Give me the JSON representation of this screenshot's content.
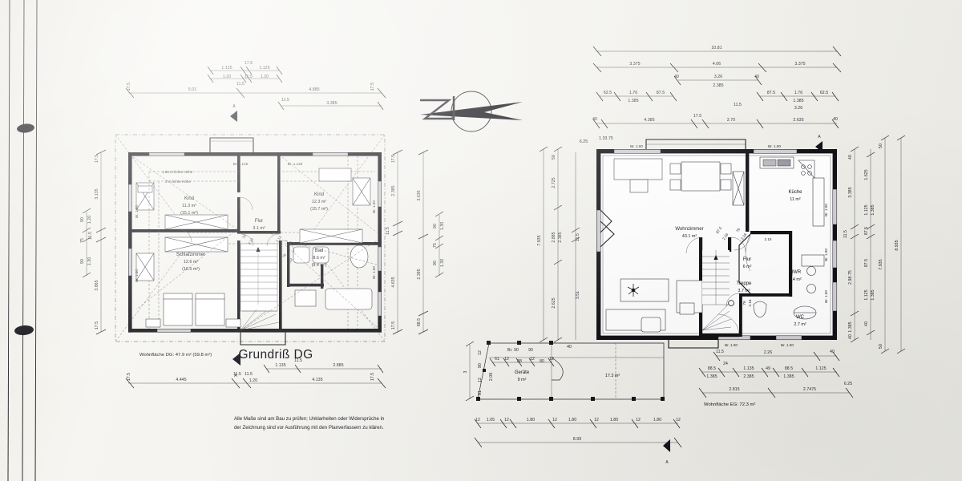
{
  "sheet": {
    "title_dg": "Grundriß DG",
    "north_label": "N",
    "note_line1": "Alle Maße sind am Bau zu prüfen; Unklarheiten oder Widersprüche in",
    "note_line2": "der Zeichnung sind vor Ausführung mit den Planverfassern zu klären.",
    "ink_color": "#121217",
    "paper_color": "#f3f2ee"
  },
  "upper_floor": {
    "area_label": "Wohnfläche DG: 47.9 m² (59.8 m²)",
    "height_note_150": "1.50 m lichte Höhe",
    "height_note_200": "2 m lichte Höhe",
    "rooms": [
      {
        "name": "Kind",
        "area": "11.3 m²",
        "area_alt": "(15.1 m²)"
      },
      {
        "name": "Kind",
        "area": "12.3 m²",
        "area_alt": "(15.7 m²)"
      },
      {
        "name": "Schlafzimmer",
        "area": "12.6 m²",
        "area_alt": "(16.5 m²)"
      },
      {
        "name": "Bad",
        "area": "8.6 m²",
        "area_alt": "(9.4 m²)"
      },
      {
        "name": "Flur",
        "area": "3.1 m²",
        "area_alt": ""
      }
    ],
    "door_labels": [
      "Br. 1.00",
      "Br. 1.00",
      "Br. 1.125",
      "Br. 1.125",
      "Br. 1.00",
      "Br. 1.00"
    ],
    "dims_top_outer": [
      "17.5",
      "5.01",
      "11.5",
      "4.885",
      "17.5"
    ],
    "dims_top_inner": [
      "1.125",
      "17.5",
      "1.125"
    ],
    "dims_top_inner2": [
      "1.20",
      "11.5",
      "1.20"
    ],
    "dims_top_lower": [
      "11.5",
      "3.385"
    ],
    "dims_bottom_outer": [
      "17.5",
      "4.445",
      "11.5",
      "11.5",
      "4.135",
      "17.5"
    ],
    "dims_bottom_mid": [
      "1.20"
    ],
    "dims_bottom_inner": [
      "1.135",
      "11.5",
      "2.885"
    ],
    "dims_left_outer": [
      "17.5",
      "3.135",
      "11.5",
      "3.865",
      "17.5"
    ],
    "dims_left_inner": [
      "90",
      "1.20",
      "75",
      "90",
      "1.30"
    ],
    "dims_right_a": [
      "17.5",
      "2.385",
      "11.5",
      "4.635",
      "17.5"
    ],
    "dims_right_b": [
      "3.635",
      "2.385",
      "88.5"
    ],
    "dims_right_c": [
      "90",
      "1.30",
      "75",
      "90",
      "1.30"
    ]
  },
  "ground_floor": {
    "area_label": "Wohnfläche EG: 72.3 m²",
    "rooms": [
      {
        "name": "Wohnzimmer",
        "area": "43.1 m²"
      },
      {
        "name": "Küche",
        "area": "11 m²"
      },
      {
        "name": "Flur",
        "area": "6 m²"
      },
      {
        "name": "Treppe",
        "area": "3.7 m²"
      },
      {
        "name": "HWR",
        "area": "6.4 m²"
      },
      {
        "name": "WC",
        "area": "2.7 m²"
      }
    ],
    "door_labels": [
      "Br. 1.00",
      "Br. 1.00",
      "Br. 1.00",
      "Br. 1.00",
      "Br. 1.00"
    ],
    "door_small": [
      "87.5",
      "2.16",
      "76",
      "2.16",
      "76",
      "2.16",
      "76",
      "2.16"
    ],
    "dims_top_total": "10.81",
    "dims_top_row1": [
      "3.375",
      "4.06",
      "3.375"
    ],
    "dims_top_row2": [
      "40",
      "3.26",
      "40"
    ],
    "dims_top_row2b": [
      "2.385"
    ],
    "dims_top_row3": [
      "62.5",
      "1.76",
      "87.5",
      "87.5",
      "1.76",
      "62.5"
    ],
    "dims_top_row3b": [
      "1.385",
      "1.385"
    ],
    "dims_top_row3c": [
      "3.26"
    ],
    "dims_top_row4": [
      "40",
      "4.385",
      "17.5",
      "2.70",
      "11.5",
      "2.635",
      "40"
    ],
    "dims_left": [
      "6.25",
      "1.33.75",
      "50",
      "2.725",
      "7.935",
      "2.885",
      "2.385",
      "2.625",
      "3.51",
      "11.5"
    ],
    "dims_right": [
      "50",
      "40",
      "1.625",
      "3.385",
      "1.125",
      "1.385",
      "11.5",
      "87.5",
      "62.5",
      "8.935",
      "7.935",
      "2.98.75",
      "1.125",
      "1.385",
      "40",
      "11.5",
      "1.385",
      "50",
      "40"
    ],
    "dims_bottom_row1": [
      "11.5",
      "2.26",
      "40"
    ],
    "dims_bottom_row2": [
      "88.5",
      "24",
      "1.135",
      "49",
      "88.5",
      "1.125"
    ],
    "dims_bottom_row2b": [
      "1.385",
      "2.385",
      "1.385"
    ],
    "dims_bottom_row3": [
      "2.815",
      "2.7475",
      "6.25"
    ]
  },
  "terrace": {
    "geraete_name": "Geräte",
    "geraete_area": "9 m²",
    "terrace_area": "17.3 m²",
    "dims_inner": [
      "61",
      "12",
      "88",
      "12",
      "80",
      "12"
    ],
    "dims_top": [
      "Br. 90",
      "90",
      "40"
    ],
    "dims_bottom": [
      "12",
      "1.05",
      "12",
      "1.80",
      "12",
      "1.80",
      "12",
      "1.80",
      "12",
      "1.80",
      "12"
    ],
    "dims_total": "8.99",
    "dims_left": [
      "3",
      "12",
      "90",
      "12",
      "81",
      "2.09"
    ]
  },
  "section_marks": {
    "label_a": "A"
  }
}
